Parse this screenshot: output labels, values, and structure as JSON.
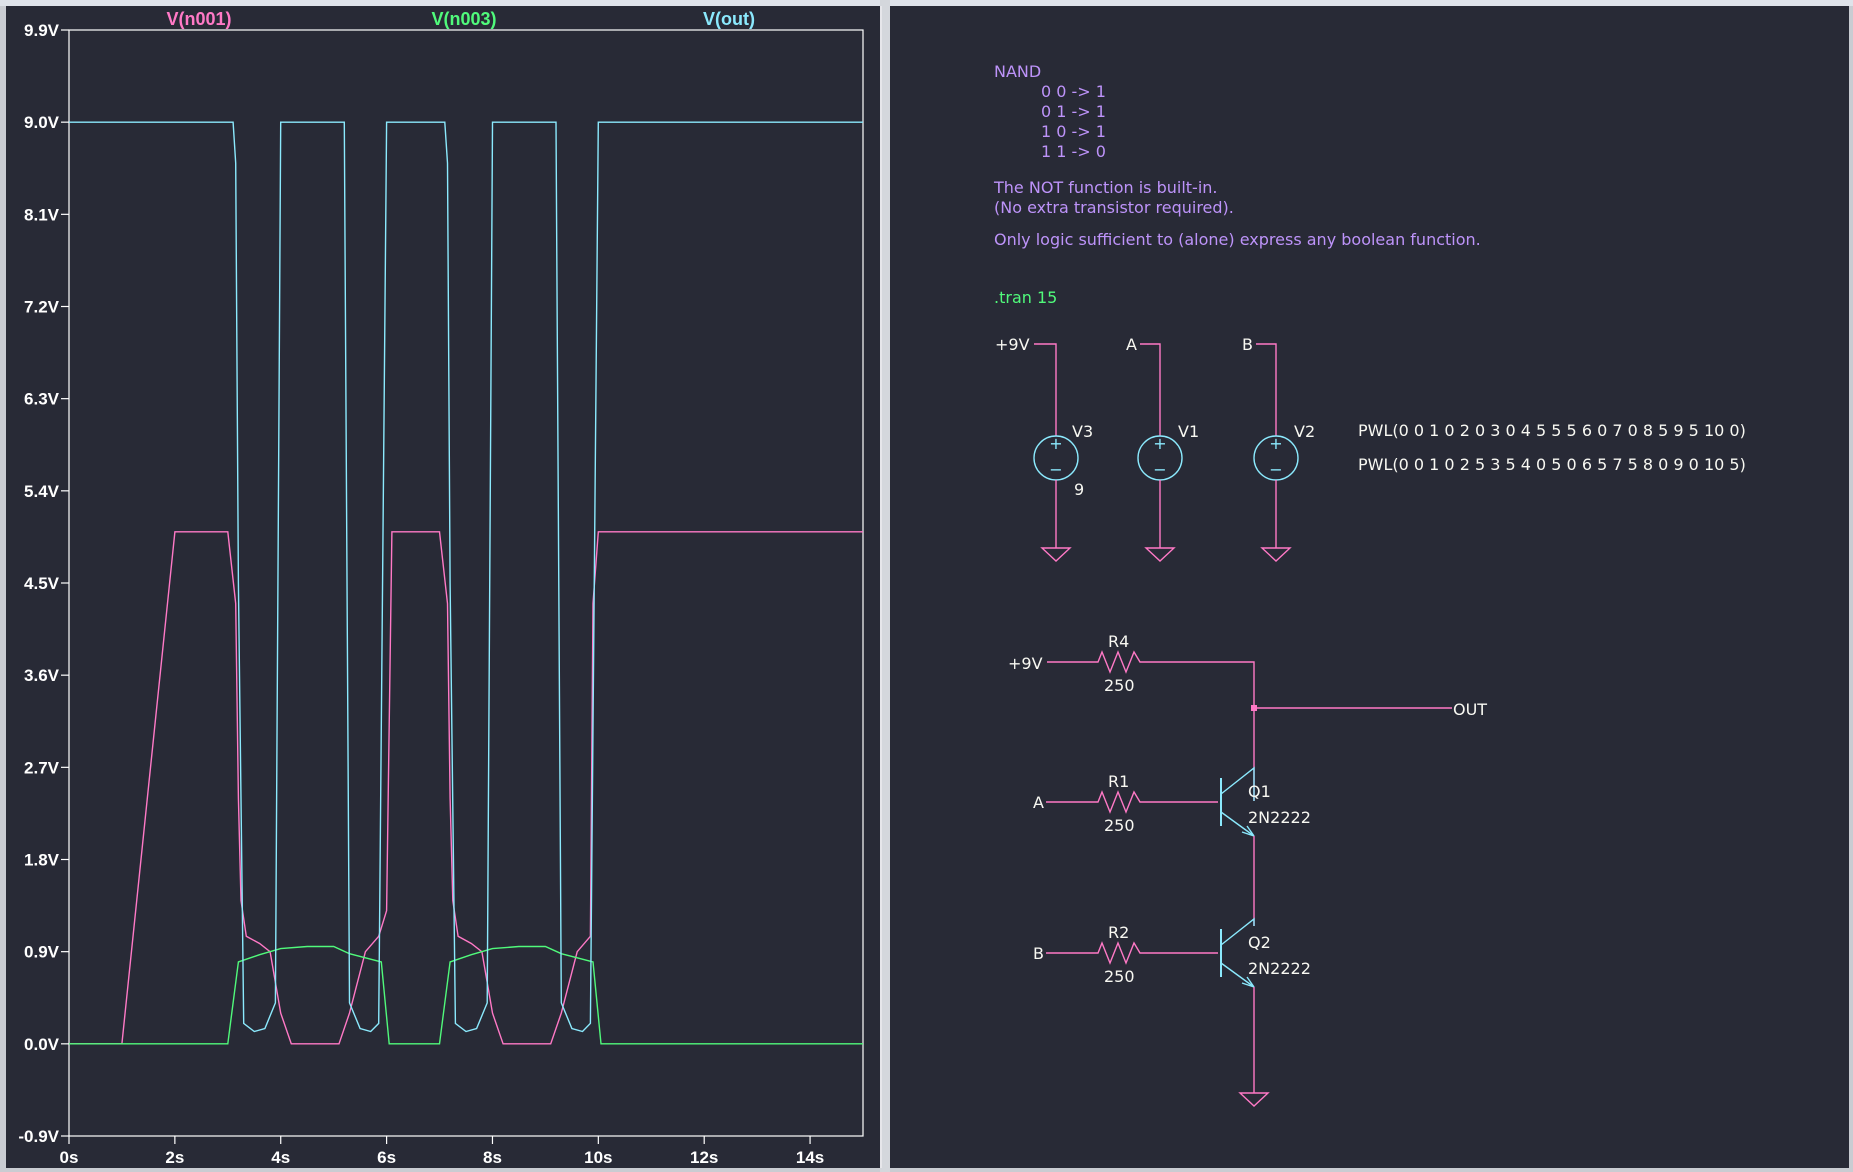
{
  "colors": {
    "background": "#282a36",
    "n001": "#ff79c6",
    "n003": "#50fa7b",
    "out": "#8be9fd",
    "schematic_wire": "#ff79c6",
    "schematic_component": "#8be9fd",
    "schematic_text": "#f8f8f2",
    "comment": "#bd93f9",
    "directive": "#50fa7b",
    "grid_frame": "#ffffff"
  },
  "chart_data": {
    "type": "line",
    "x_axis": {
      "min": 0,
      "max": 15,
      "ticks": [
        "0s",
        "2s",
        "4s",
        "6s",
        "8s",
        "10s",
        "12s",
        "14s"
      ]
    },
    "y_axis": {
      "min": -0.9,
      "max": 9.9,
      "ticks": [
        "9.9V",
        "9.0V",
        "8.1V",
        "7.2V",
        "6.3V",
        "5.4V",
        "4.5V",
        "3.6V",
        "2.7V",
        "1.8V",
        "0.9V",
        "0.0V",
        "-0.9V"
      ]
    },
    "grid": false,
    "legend": "top",
    "series": [
      {
        "name": "V(n001)",
        "color": "#ff79c6",
        "x": [
          0,
          1,
          2,
          3,
          3.15,
          3.2,
          3.25,
          3.35,
          3.6,
          3.8,
          4,
          4.2,
          4.5,
          5.1,
          5.3,
          5.6,
          5.85,
          6,
          6.1,
          7,
          7.15,
          7.2,
          7.25,
          7.35,
          7.6,
          7.8,
          8,
          8.2,
          8.5,
          9.1,
          9.3,
          9.6,
          9.85,
          9.9,
          10,
          15
        ],
        "y": [
          0,
          0,
          5,
          5,
          4.3,
          2.4,
          1.4,
          1.05,
          0.98,
          0.9,
          0.3,
          0,
          0,
          0,
          0.3,
          0.9,
          1.05,
          1.3,
          5,
          5,
          4.3,
          2.4,
          1.4,
          1.05,
          0.98,
          0.9,
          0.3,
          0,
          0,
          0,
          0.3,
          0.9,
          1.05,
          4.3,
          5,
          5
        ]
      },
      {
        "name": "V(n003)",
        "color": "#50fa7b",
        "x": [
          0,
          3,
          3.2,
          3.6,
          4,
          4.5,
          5,
          5.3,
          5.9,
          6.05,
          7,
          7.2,
          7.6,
          8,
          8.5,
          9,
          9.3,
          9.9,
          10.05,
          15
        ],
        "y": [
          0,
          0,
          0.8,
          0.87,
          0.93,
          0.95,
          0.95,
          0.88,
          0.8,
          0,
          0,
          0.8,
          0.87,
          0.93,
          0.95,
          0.95,
          0.88,
          0.8,
          0,
          0
        ]
      },
      {
        "name": "V(out)",
        "color": "#8be9fd",
        "x": [
          0,
          3.1,
          3.15,
          3.2,
          3.3,
          3.5,
          3.7,
          3.9,
          4,
          5.2,
          5.3,
          5.5,
          5.7,
          5.85,
          6,
          7.1,
          7.15,
          7.2,
          7.3,
          7.5,
          7.7,
          7.9,
          8,
          9.2,
          9.3,
          9.5,
          9.7,
          9.85,
          10,
          15
        ],
        "y": [
          9,
          9,
          8.6,
          4.5,
          0.2,
          0.12,
          0.15,
          0.4,
          9,
          9,
          0.4,
          0.15,
          0.12,
          0.2,
          9,
          9,
          8.6,
          4.5,
          0.2,
          0.12,
          0.15,
          0.4,
          9,
          9,
          0.4,
          0.15,
          0.12,
          0.2,
          9,
          9
        ]
      }
    ]
  },
  "schematic": {
    "comment_title": "NAND",
    "truth_table": [
      "0 0 -> 1",
      "0 1 -> 1",
      "1 0 -> 1",
      "1 1 -> 0"
    ],
    "note_lines": [
      "The NOT function is built-in.",
      "(No extra transistor required)."
    ],
    "note_2": "Only logic sufficient to (alone) express any boolean function.",
    "directive": ".tran 15",
    "sources": [
      {
        "net": "+9V",
        "name": "V3",
        "value": "9"
      },
      {
        "net": "A",
        "name": "V1",
        "value": "PWL(0 0 1 0 2 0 3 0 4 5 5 5 6 0 7 0 8 5 9 5 10 0)"
      },
      {
        "net": "B",
        "name": "V2",
        "value": "PWL(0 0 1 0 2 5 3 5 4 0 5 0 6 5 7 5 8 0 9 0 10 5)"
      }
    ],
    "resistors": [
      {
        "name": "R4",
        "value": "250",
        "net": "+9V"
      },
      {
        "name": "R1",
        "value": "250",
        "net": "A"
      },
      {
        "name": "R2",
        "value": "250",
        "net": "B"
      }
    ],
    "transistors": [
      {
        "name": "Q1",
        "model": "2N2222"
      },
      {
        "name": "Q2",
        "model": "2N2222"
      }
    ],
    "out_label": "OUT"
  }
}
